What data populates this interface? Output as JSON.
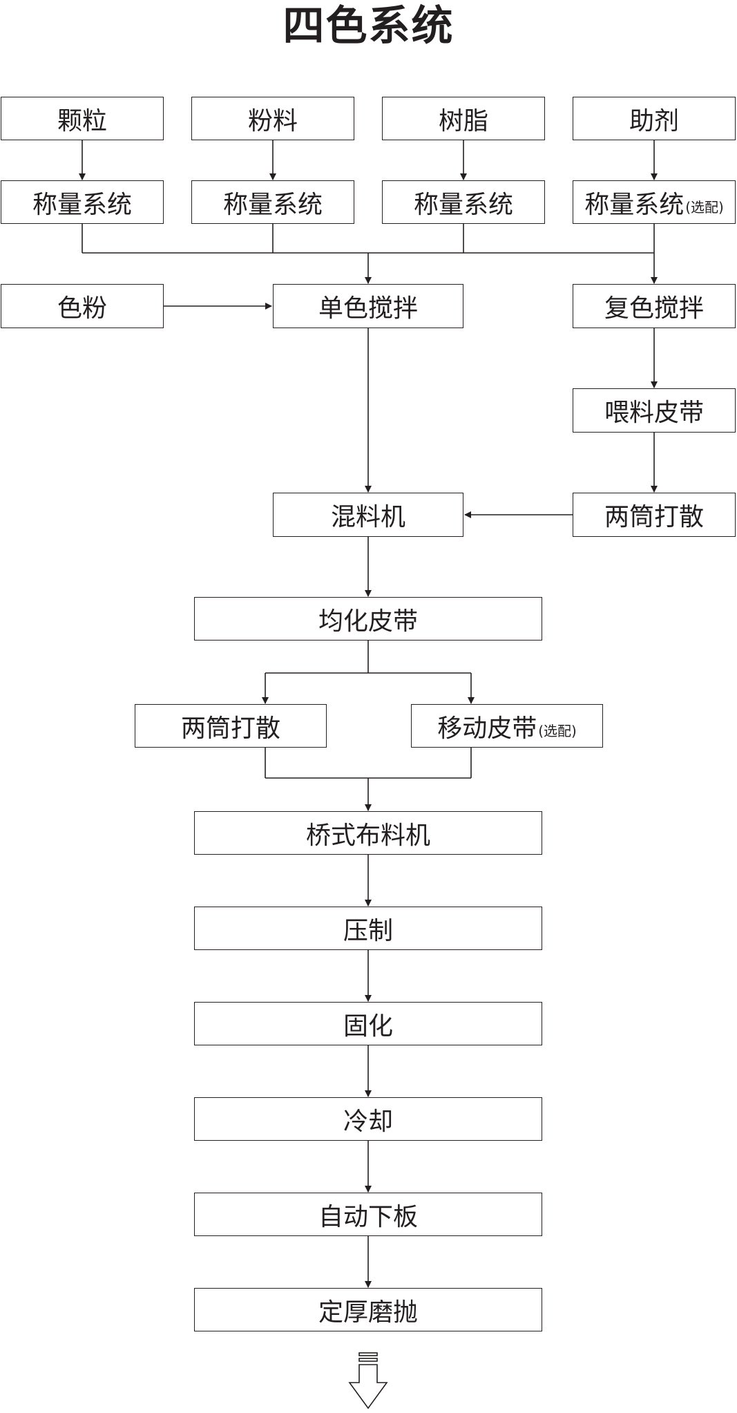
{
  "title": "四色系统",
  "colors": {
    "stroke": "#231f20",
    "background": "#ffffff"
  },
  "nodes": {
    "granules": "颗粒",
    "powder": "粉料",
    "resin": "树脂",
    "additive": "助剂",
    "weigh_1": "称量系统",
    "weigh_2": "称量系统",
    "weigh_3": "称量系统",
    "weigh_4": "称量系统",
    "weigh_4_note": "(选配)",
    "toner": "色粉",
    "single_mix": "单色搅拌",
    "multi_mix": "复色搅拌",
    "feed_belt": "喂料皮带",
    "mixer": "混料机",
    "drum_scatter_1": "两筒打散",
    "homogenize_belt": "均化皮带",
    "drum_scatter_2": "两筒打散",
    "moving_belt": "移动皮带",
    "moving_belt_note": "(选配)",
    "bridge_distributor": "桥式布料机",
    "press": "压制",
    "cure": "固化",
    "cool": "冷却",
    "auto_unload": "自动下板",
    "sizing_polish": "定厚磨抛"
  },
  "end_icon": "down-arrow-icon"
}
